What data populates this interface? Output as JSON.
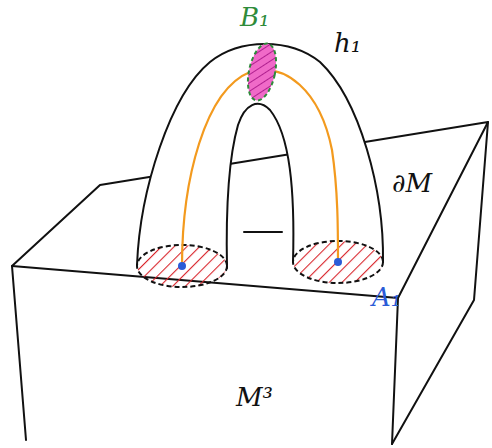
{
  "diagram": {
    "labels": [
      "B₁",
      "h₁",
      "∂M",
      "A₁",
      "M³"
    ]
  }
}
